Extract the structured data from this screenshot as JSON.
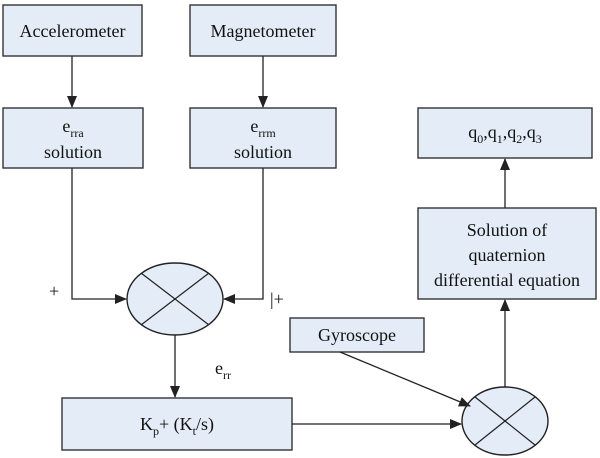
{
  "nodes": {
    "accelerometer": {
      "label": "Accelerometer"
    },
    "magnetometer": {
      "label": "Magnetometer"
    },
    "erra": {
      "base": "e",
      "sub": "rra",
      "line2": "solution"
    },
    "errm": {
      "base": "e",
      "sub": "rrm",
      "line2": "solution"
    },
    "quaternion_out": {
      "q0_base": "q",
      "q0_sub": "0",
      "q1_base": "q",
      "q1_sub": "1",
      "q2_base": "q",
      "q2_sub": "2",
      "q3_base": "q",
      "q3_sub": "3",
      "sep": ","
    },
    "solver": {
      "line1": "Solution of",
      "line2": "quaternion",
      "line3": "differential equation"
    },
    "gyroscope": {
      "label": "Gyroscope"
    },
    "controller": {
      "k1": "K",
      "k1_sub": "p",
      "mid": "+ (K",
      "k2_sub": "t",
      "end": "/s)"
    }
  },
  "labels": {
    "plus_left": "+",
    "plus_right": "|+",
    "err_base": "e",
    "err_sub": "rr"
  },
  "colors": {
    "box_fill": "#e4edf7",
    "stroke": "#222222"
  }
}
